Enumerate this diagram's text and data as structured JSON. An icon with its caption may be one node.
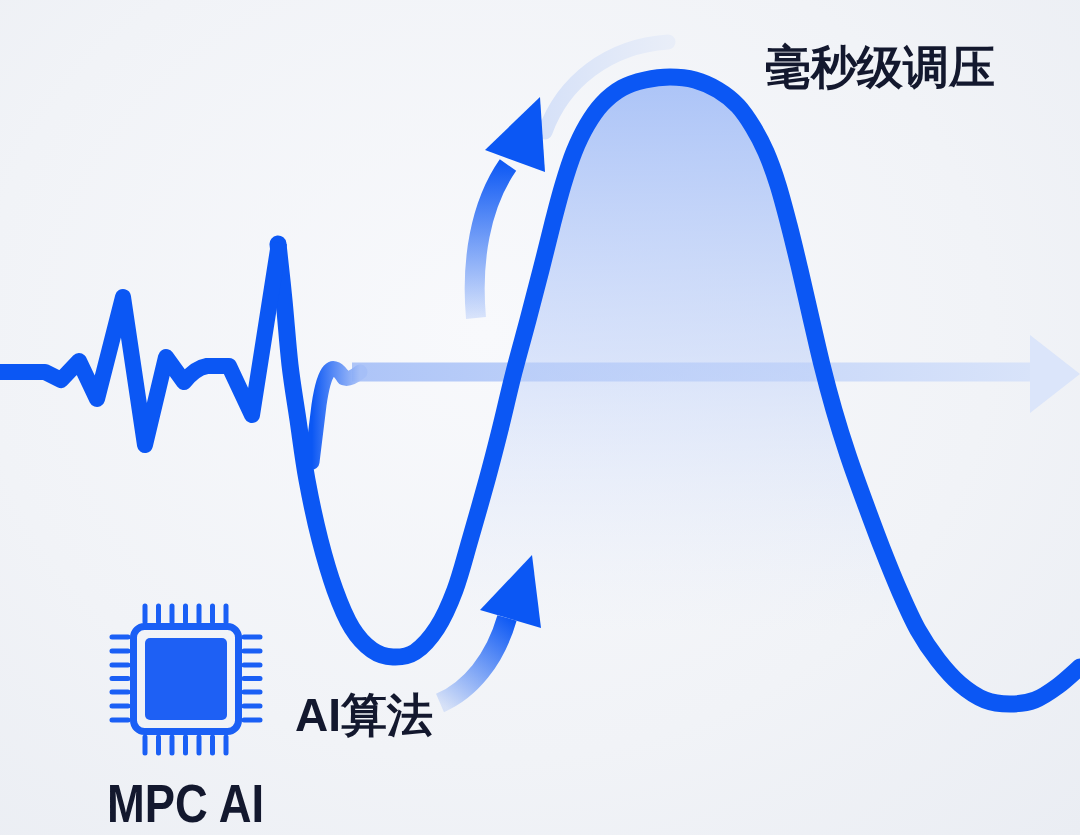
{
  "diagram": {
    "labels": [
      "毫秒级调压",
      "AI算法",
      "MPC AI"
    ]
  }
}
